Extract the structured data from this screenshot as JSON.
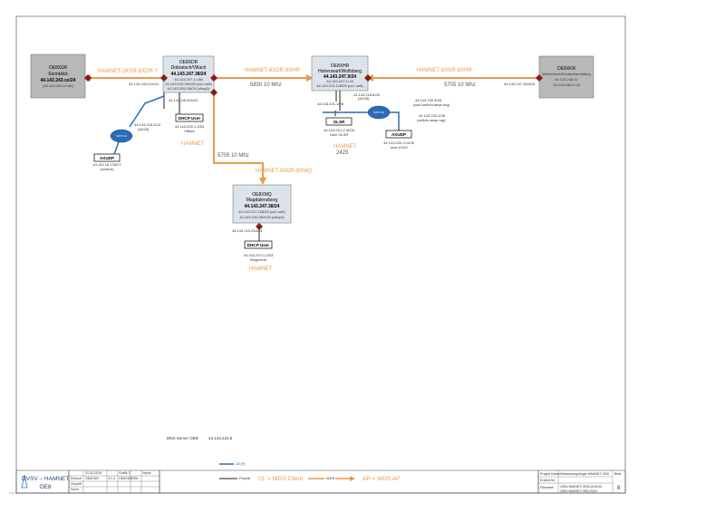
{
  "links": {
    "l1": "HAMNET-2KSR-8XDR ?",
    "l2": "HAMNET-8XDR-8XHR",
    "l3": "HAMNET-8XKR-8XHR",
    "l4": "HAMNET-8XDR-8XMQ",
    "s2": "5830 10 Mhz",
    "s3": "5705 10 Mhz",
    "s4": "5705 10 Mhz"
  },
  "nodes": {
    "sr": {
      "title": "OE8XSR",
      "name": "Sonnblick",
      "ip": "44.143.243.xx/24",
      "sub": "(44.143.243.x/+ab)"
    },
    "dr": {
      "title": "OE8XDR",
      "name": "Dobratsch/Villach",
      "ip": "44.143.247.38/24",
      "l1": "44.143.247.1/-/8b",
      "l2": "44.143.210.254/25 (cu2 oe8)",
      "l3": "44.143.209.2/8/24 (dhcp2)"
    },
    "hr": {
      "title": "OE8XHR",
      "name": "Hohenwart/Wolfsberg",
      "ip": "44.143.247.9/24",
      "l1": "44.143.247.1/-/8",
      "l2": "44.143.210.128/25 (cu1 oe8)"
    },
    "kr": {
      "title": "OE8XKR",
      "name": "Weinebene/Deutschlandsberg",
      "ip": "44.143.248.10",
      "sub": "44.143.248.1/-/8"
    },
    "mq": {
      "title": "OE8XMQ",
      "name": "Magdalensberg",
      "ip": "44.143.247.38/24",
      "l1": "44.143.217.128/25 (cu2 oe8)",
      "l2": "44.143.210.35/4/24 (dhcp3)"
    }
  },
  "ips": {
    "sr_right": "44.143.243.2xx/24",
    "dr_down": "44.143.2/8.254/24",
    "dr_router": "44.143.218.2/24",
    "dr_router2": "(AX25)",
    "hr_left": "44.143.221.1/28",
    "hr_router": "44.143.218.8/25",
    "hr_router2": "(AX25)",
    "hr_right1": "44.143.230.3/28",
    "hr_right2": "(axel.oe8xhr.ampr.org)",
    "hr_right3": "44.143.220.1/28",
    "hr_right4": "(oe8xhr.ampr.org)",
    "kr_left": "44.143.247.35/4/24",
    "mq_left": "44.143.210.254/24"
  },
  "services": {
    "dr_dhcp": {
      "label": "DHCP User",
      "l1": "44.143.209.1-/253",
      "l2": "Villach"
    },
    "dr_axudp": {
      "label": "AXUDP",
      "l1": "44.143.18.128/27",
      "l2": "(oe8xdr)"
    },
    "hr_olsr": {
      "label": "OLSR",
      "l1": "44.143.221.2-/8/28",
      "l2": "User OLSR"
    },
    "hr_axudp": {
      "label": "AXUDP",
      "l1": "44.143.220.3-/4/28",
      "l2": "User AX25"
    },
    "mq_dhcp": {
      "label": "DHCP User",
      "l1": "44.143.210.1-/253",
      "l2": "Klagenfurt"
    }
  },
  "hamnet_labels": {
    "dr": "HAMNET",
    "hr": "HAMNET",
    "hr_sub": "2425",
    "mq": "HAMNET"
  },
  "router_label": "SWITCH",
  "dns": {
    "label": "DNS Server OE8:",
    "value": "44.143.222.6"
  },
  "legend": {
    "vlan": "13 (?)",
    "phys": "Physik",
    "client": "CL = WDS Client",
    "wds": "WDS",
    "ap": "AP = WDS AP"
  },
  "title_block": {
    "org": "OVSV – HAMNET",
    "region": "OE8",
    "c1": "31.03.2016",
    "c2": "Grafik 2",
    "c3": "Name",
    "c4": "Entwurf",
    "c5": "OE8XDR",
    "c6": "3.1.3",
    "c7": "OE8XDR",
    "c8": "OE8",
    "c9": "Geprüft",
    "c10": "Norm",
    "project_label": "Projekt Name",
    "project_value": "Netzwerktopologie HAMNET OE8",
    "ersetzt_label": "Ersetzt für",
    "file_label": "Filename",
    "file_value": "OE8-HAMNET-OE8-2016-03",
    "file_sub": "OE8 HAMNET OE8-2016",
    "sheet_label": "Blatt",
    "sheet_value": "8"
  },
  "colors": {
    "orange": "#e89a4f",
    "node_fill": "#dde3ea",
    "gray_fill": "#b8b8b8",
    "blue": "#2a6db5",
    "dark": "#222222",
    "diamond": "#8b1a1a"
  }
}
